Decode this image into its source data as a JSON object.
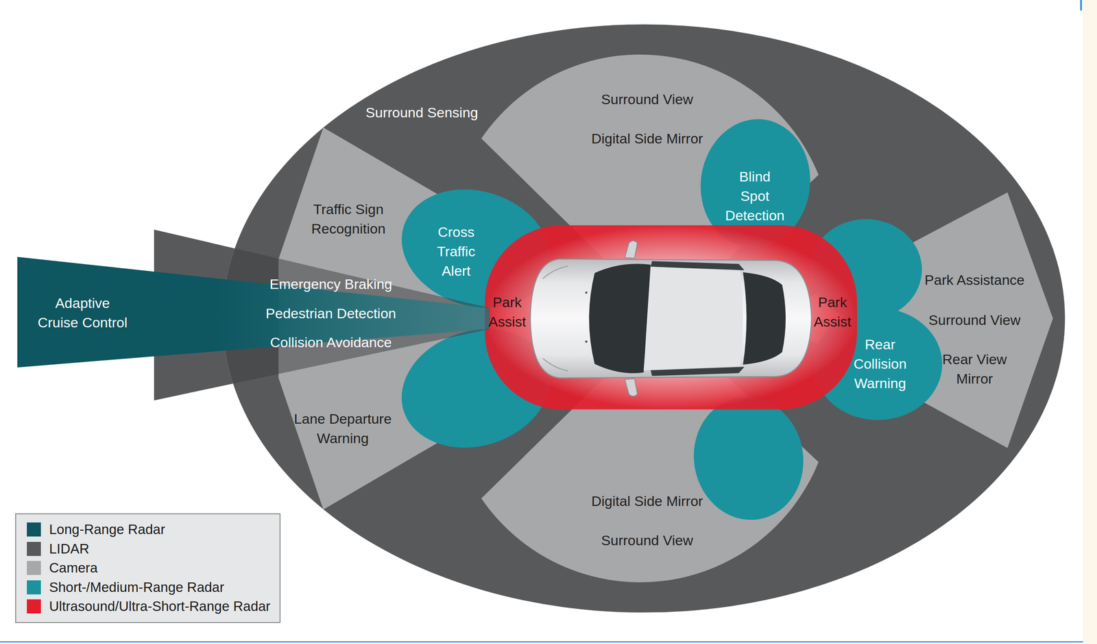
{
  "diagram": {
    "nodes": [
      {
        "text": [
          "Surround Sensing"
        ]
      },
      {
        "text": [
          "Surround View",
          "Digital Side Mirror"
        ],
        "in": 0
      },
      {
        "text": [
          "Blind Spot Detection"
        ],
        "in": 0
      },
      {
        "text": [
          "Traffic Sign Recognition"
        ],
        "in": 0
      },
      {
        "text": [
          "Cross Traffic Alert"
        ],
        "in": 0
      },
      {
        "text": [
          "Park Assistance",
          "Surround View",
          "Rear View Mirror"
        ],
        "in": 0
      },
      {
        "text": [
          "Adaptive Cruise Control"
        ]
      },
      {
        "text": [
          "Emergency Braking",
          "Pedestrian Detection",
          "Collision Avoidance"
        ]
      },
      {
        "text": [
          "Park Assist",
          "Park Assist"
        ],
        "in": 0
      },
      {
        "text": [
          "Rear Collision Warning"
        ],
        "in": 0
      },
      {
        "text": [
          "Lane Departure Warning"
        ],
        "in": 0
      },
      {
        "text": [
          "Digital Side Mirror",
          "Surround View"
        ],
        "in": 0
      }
    ],
    "legend": [
      {
        "text": "Long-Range Radar",
        "color": "#0e5660"
      },
      {
        "text": "LIDAR",
        "color": "#58595b"
      },
      {
        "text": "Camera",
        "color": "#a7a8aa"
      },
      {
        "text": "Short-/Medium-Range Radar",
        "color": "#1a939e"
      },
      {
        "text": "Ultrasound/Ultra-Short-Range Radar",
        "color": "#e31d2c"
      }
    ]
  }
}
